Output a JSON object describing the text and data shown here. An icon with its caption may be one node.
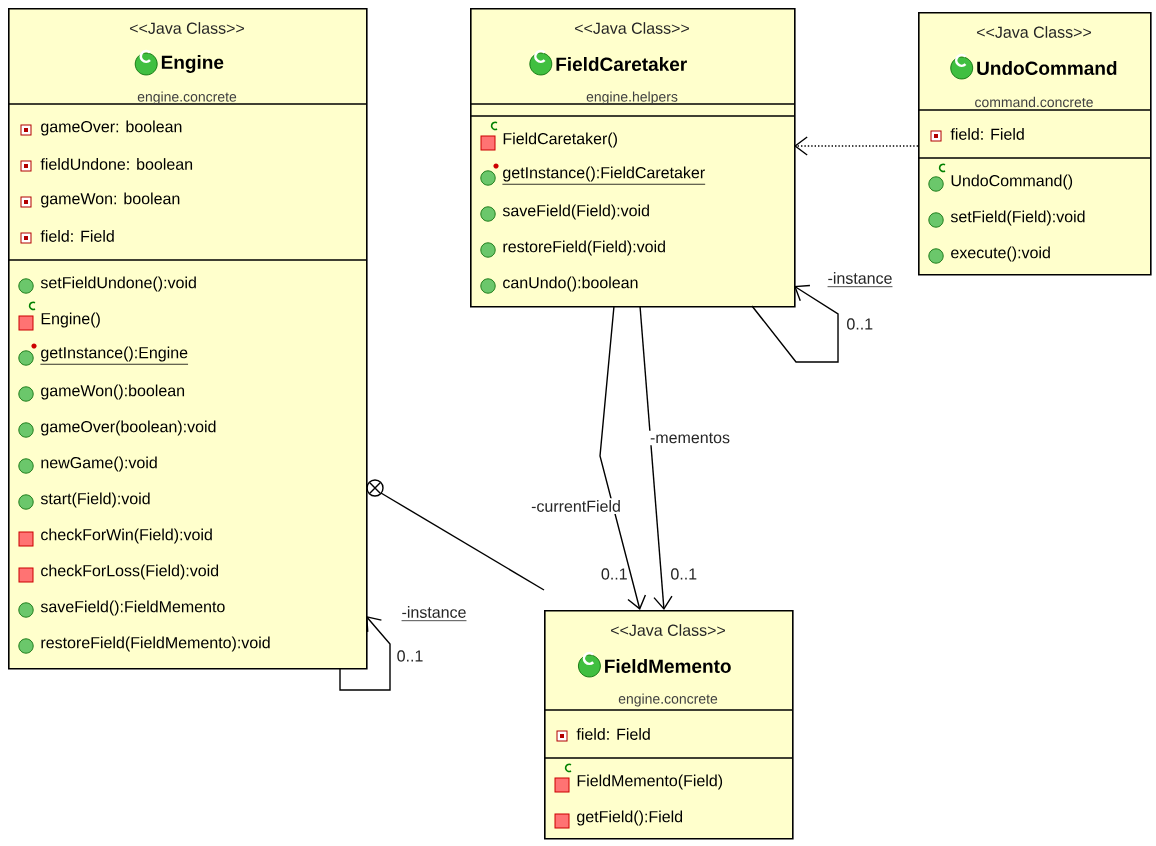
{
  "diagram": {
    "nodes": [
      {
        "text": [
          "<<Java Class>>",
          "Engine",
          "engine.concrete",
          "gameOver: boolean",
          "fieldUndone: boolean",
          "gameWon: boolean",
          "field: Field",
          "setFieldUndone():void",
          "Engine()",
          "getInstance():Engine",
          "gameWon():boolean",
          "gameOver(boolean):void",
          "newGame():void",
          "start(Field):void",
          "checkForWin(Field):void",
          "checkForLoss(Field):void",
          "saveField():FieldMemento",
          "restoreField(FieldMemento):void"
        ]
      },
      {
        "text": [
          "<<Java Class>>",
          "FieldCaretaker",
          "engine.helpers",
          "FieldCaretaker()",
          "getInstance():FieldCaretaker",
          "saveField(Field):void",
          "restoreField(Field):void",
          "canUndo():boolean"
        ]
      },
      {
        "text": [
          "<<Java Class>>",
          "UndoCommand",
          "command.concrete",
          "field: Field",
          "UndoCommand()",
          "setField(Field):void",
          "execute():void"
        ]
      },
      {
        "text": [
          "<<Java Class>>",
          "FieldMemento",
          "engine.concrete",
          "field: Field",
          "FieldMemento(Field)",
          "getField():Field"
        ]
      }
    ],
    "edges": [
      {
        "from": 0,
        "to": 0,
        "arrow": "to",
        "label": "-instance"
      },
      {
        "from": 1,
        "to": 1,
        "arrow": "to",
        "label": "-instance"
      },
      {
        "from": 2,
        "to": 1,
        "arrow": "to",
        "style": "dashed"
      },
      {
        "from": 1,
        "to": 3,
        "arrow": "to",
        "label": "-currentField"
      },
      {
        "from": 1,
        "to": 3,
        "arrow": "to",
        "label": "-mementos"
      },
      {
        "from": 3,
        "to": 0,
        "arrow": "other"
      }
    ],
    "labels": [
      "0..1",
      "0..1",
      "0..1",
      "0..1"
    ]
  }
}
